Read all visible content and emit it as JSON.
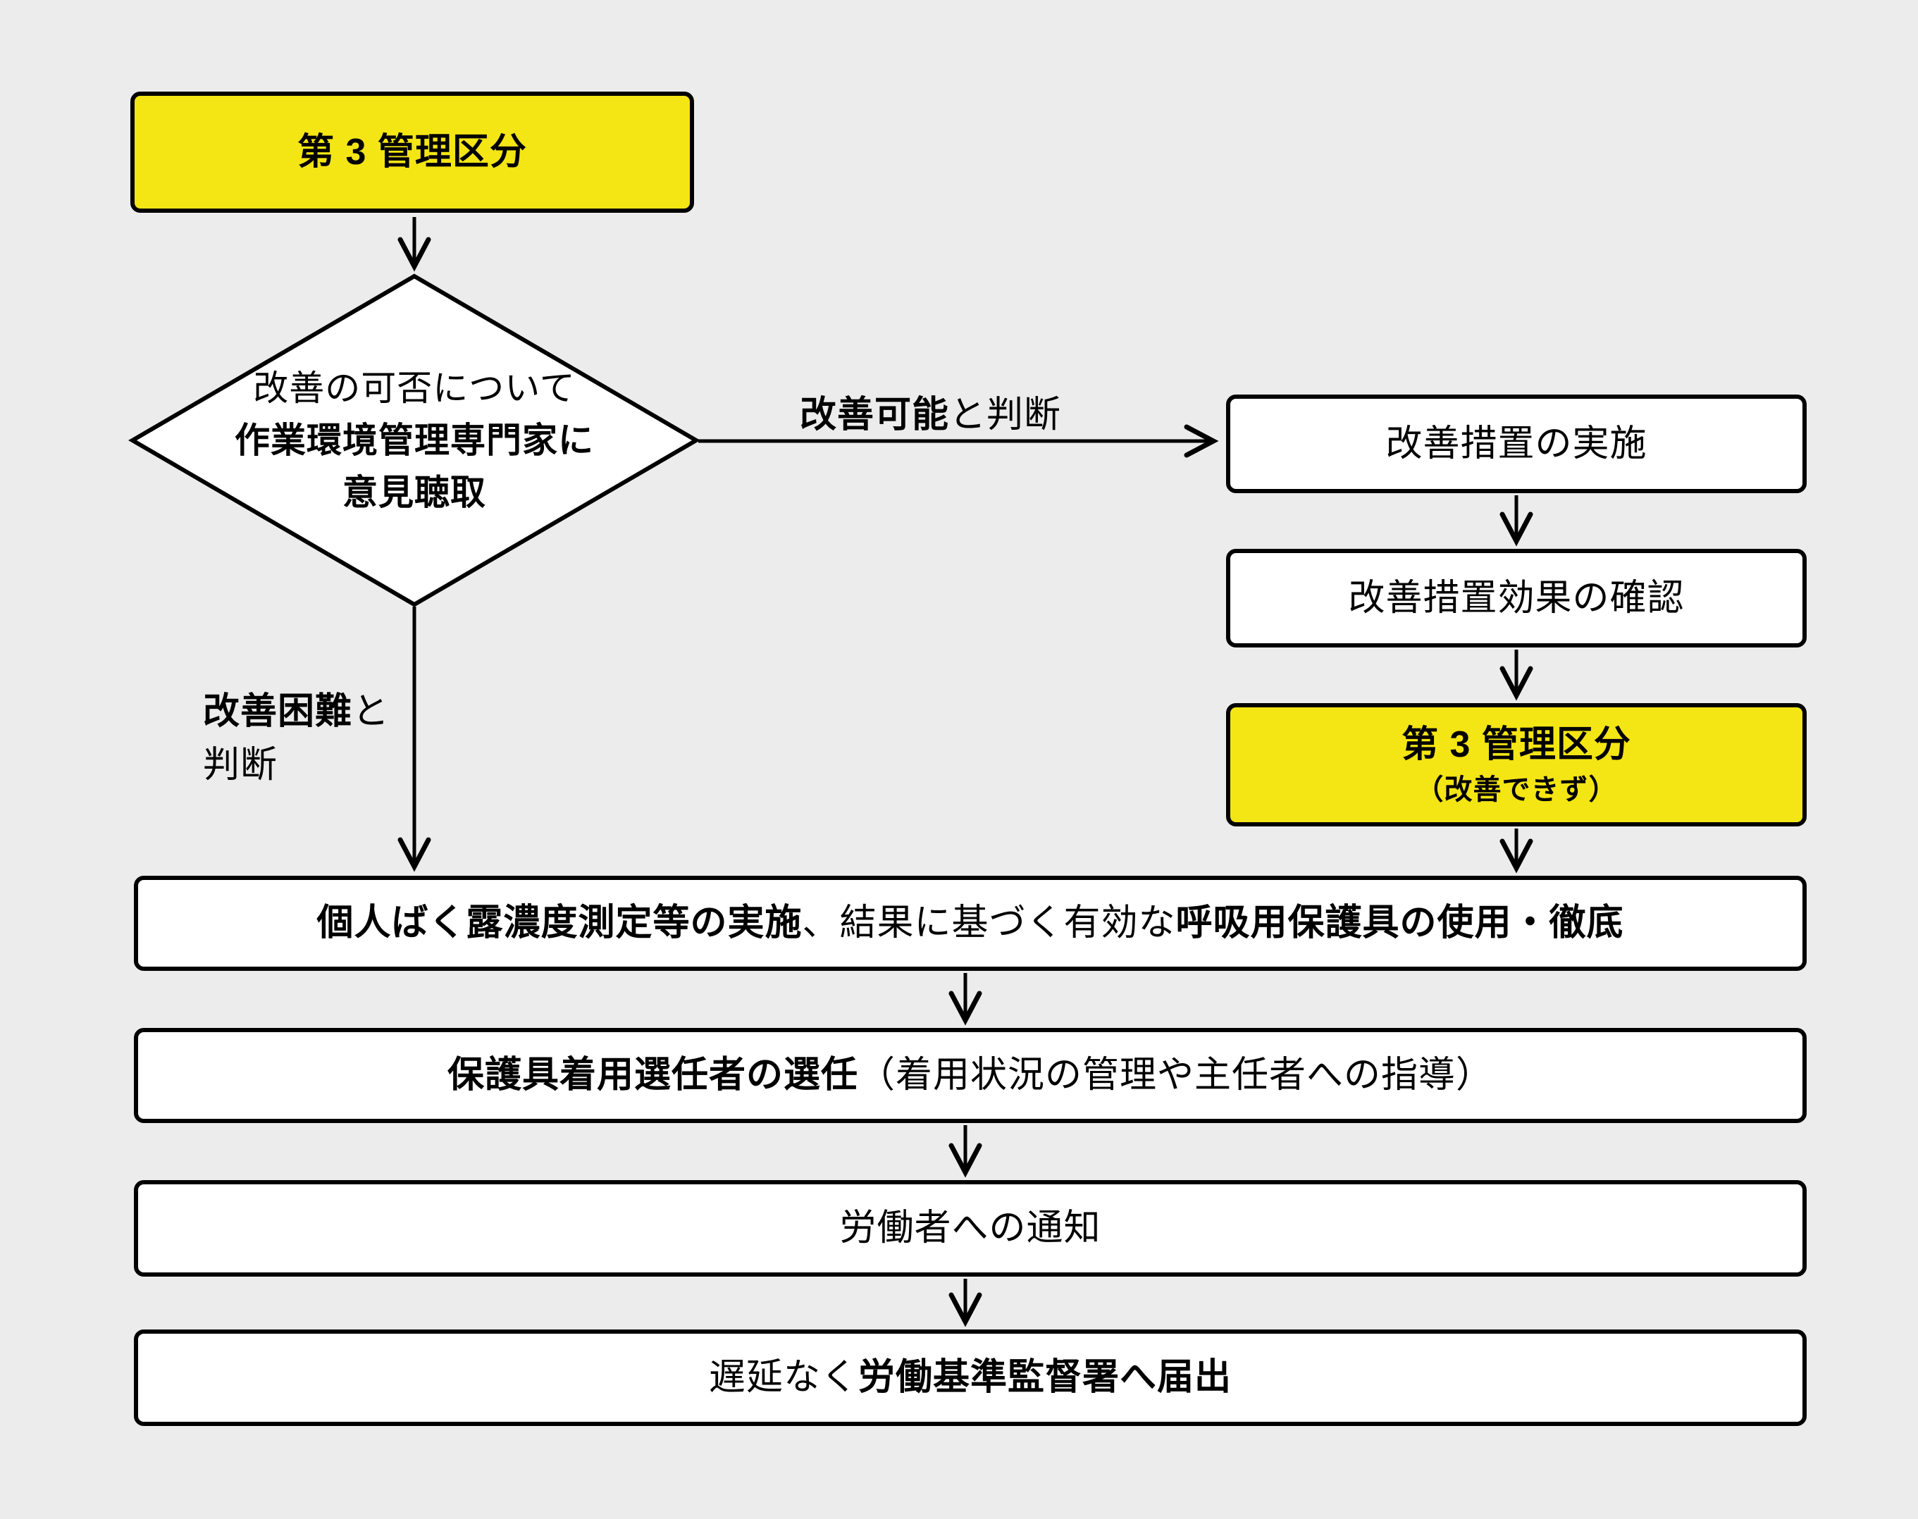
{
  "diagram": {
    "title_context": "第3管理区分の措置フロー図",
    "colors": {
      "background": "#ECECEC",
      "highlight_yellow": "#F4E514",
      "box_white": "#FFFFFF",
      "line_black": "#000000"
    }
  },
  "nodes": {
    "start": {
      "label": "第 3 管理区分"
    },
    "decision": {
      "line1": "改善の可否について",
      "line2": "作業環境管理専門家に",
      "line3": "意見聴取"
    },
    "implement": {
      "label": "改善措置の実施"
    },
    "confirm": {
      "label": "改善措置効果の確認"
    },
    "category3_unimproved": {
      "title": "第 3 管理区分",
      "subtitle": "（改善できず）"
    },
    "exposure": {
      "bold1": "個人ばく露濃度測定等の実施",
      "mid": "、結果に基づく有効な",
      "bold2": "呼吸用保護具の使用・徹底"
    },
    "appoint": {
      "bold": "保護具着用選任者の選任",
      "paren": "（着用状況の管理や主任者への指導）"
    },
    "notify": {
      "label": "労働者への通知"
    },
    "report": {
      "head": "遅延なく",
      "bold": "労働基準監督署へ届出"
    }
  },
  "edges": {
    "improvable": {
      "bold": "改善可能",
      "tail": "と判断"
    },
    "difficult": {
      "bold": "改善困難",
      "tail": "と",
      "line2": "判断"
    }
  }
}
